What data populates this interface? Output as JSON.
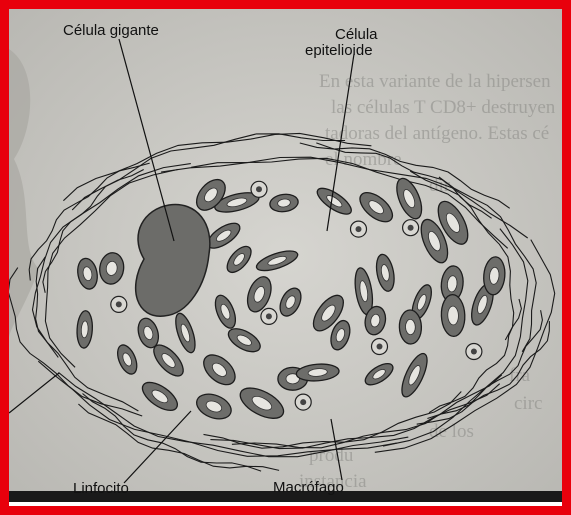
{
  "labels": {
    "giant_cell": "Célula gigante",
    "epithelioid_line1": "Célula",
    "epithelioid_line2": "epitelioide",
    "lymphocyte": "Linfocito",
    "macrophage": "Macrófago"
  },
  "colors": {
    "border": "#e8000c",
    "paper": "#c9c8c3",
    "ink": "#111111",
    "bottom_band": "#1a1a1a"
  },
  "icons": {
    "giant_cell": "multinucleated-giant-cell-shape",
    "epithelioid_cell": "elongated-cell-shape",
    "lymphocyte": "small-round-cell-shape",
    "macrophage": "oval-cell-shape"
  },
  "background_text_lines": [
    "En esta variante de la hipersen",
    "las células T CD8+ destruyen",
    "tadoras del antígeno. Estas cé",
    "el nombre",
    "dir",
    "fra",
    "circ",
    "de los",
    "produ",
    "instancia"
  ]
}
